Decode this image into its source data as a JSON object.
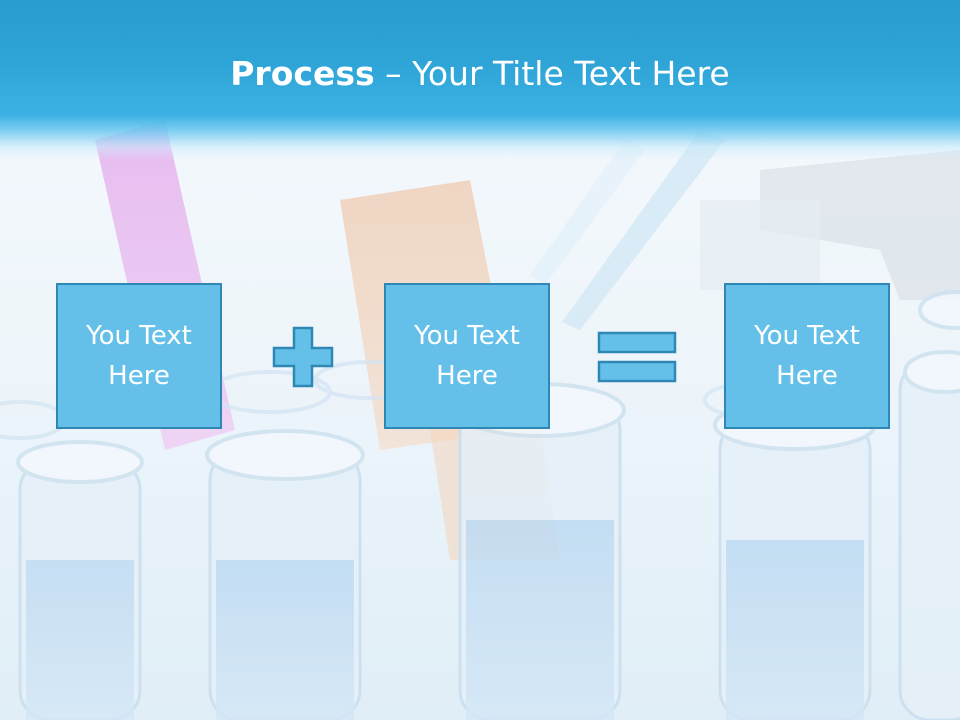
{
  "title": {
    "bold": "Process",
    "separator": " – ",
    "rest": "Your Title Text Here"
  },
  "boxes": [
    {
      "line1": "You Text",
      "line2": "Here"
    },
    {
      "line1": "You Text",
      "line2": "Here"
    },
    {
      "line1": "You Text",
      "line2": "Here"
    }
  ],
  "colors": {
    "header": "#2ea4d7",
    "box_fill": "#65c0e9",
    "box_border": "#2f87b6",
    "text": "#ffffff"
  },
  "icons": {
    "plus": "plus-icon",
    "equals": "equals-icon",
    "background": "laboratory-test-tubes-photo"
  }
}
